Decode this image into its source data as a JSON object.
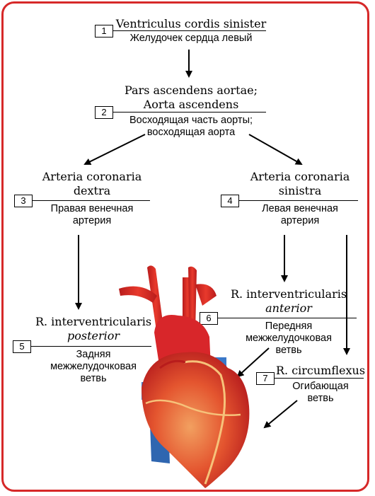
{
  "nodes": [
    {
      "id": "1",
      "latin": [
        "Ventriculus cordis sinister"
      ],
      "russian": [
        "Желудочек сердца левый"
      ]
    },
    {
      "id": "2",
      "latin": [
        "Pars ascendens aortae;",
        "Aorta ascendens"
      ],
      "russian": [
        "Восходящая часть аорты;",
        "восходящая аорта"
      ]
    },
    {
      "id": "3",
      "latin": [
        "Arteria coronaria",
        "dextra"
      ],
      "russian": [
        "Правая венечная",
        "артерия"
      ]
    },
    {
      "id": "4",
      "latin": [
        "Arteria coronaria",
        "sinistra"
      ],
      "russian": [
        "Левая венечная",
        "артерия"
      ]
    },
    {
      "id": "5",
      "latin": [
        "R. interventricularis",
        "posterior"
      ],
      "russian": [
        "Задняя",
        "межжелудочковая",
        "ветвь"
      ]
    },
    {
      "id": "6",
      "latin": [
        "R. interventricularis",
        "anterior"
      ],
      "russian": [
        "Передняя",
        "межжелудочковая",
        "ветвь"
      ]
    },
    {
      "id": "7",
      "latin": [
        "R. circumflexus"
      ],
      "russian": [
        "Огибающая",
        "ветвь"
      ]
    }
  ],
  "colors": {
    "frame": "#d62828",
    "heart": "#d8262a",
    "heart_light": "#f07a52",
    "vessel_blue": "#3a78c8"
  }
}
